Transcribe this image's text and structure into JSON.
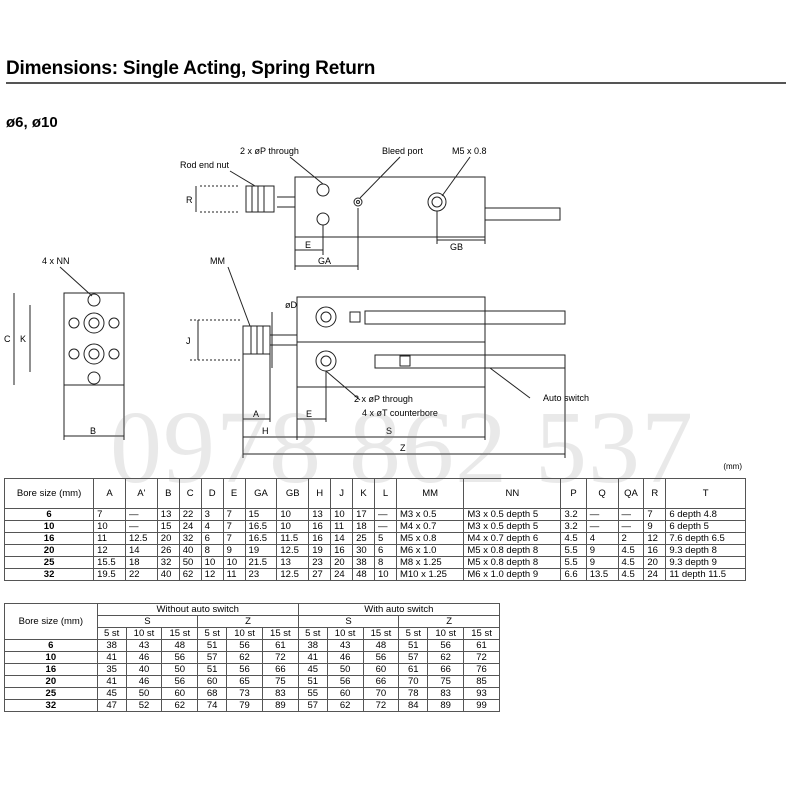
{
  "header": {
    "title": "Dimensions: Single Acting, Spring Return",
    "subtitle": "ø6, ø10"
  },
  "drawing_labels": {
    "rod_end_nut": "Rod end nut",
    "p_through_top": "2 x øP through",
    "bleed_port": "Bleed port",
    "m5": "M5 x 0.8",
    "r": "R",
    "e_top": "E",
    "ga": "GA",
    "gb": "GB",
    "nn": "4 x NN",
    "mm": "MM",
    "d": "øD",
    "c": "C",
    "k": "K",
    "j": "J",
    "p_through_bottom": "2 x øP through",
    "t_counterbore": "4 x øT counterbore",
    "auto_switch": "Auto switch",
    "b": "B",
    "a": "A",
    "e_bottom": "E",
    "h": "H",
    "s": "S",
    "z": "Z"
  },
  "watermark": "0978 862 537",
  "unit": "(mm)",
  "table1": {
    "headers": [
      "Bore size (mm)",
      "A",
      "A'",
      "B",
      "C",
      "D",
      "E",
      "GA",
      "GB",
      "H",
      "J",
      "K",
      "L",
      "MM",
      "NN",
      "P",
      "Q",
      "QA",
      "R",
      "T"
    ],
    "rows": [
      [
        "6",
        "7",
        "—",
        "13",
        "22",
        "3",
        "7",
        "15",
        "10",
        "13",
        "10",
        "17",
        "—",
        "M3 x 0.5",
        "M3 x 0.5 depth 5",
        "3.2",
        "—",
        "—",
        "7",
        "6 depth 4.8"
      ],
      [
        "10",
        "10",
        "—",
        "15",
        "24",
        "4",
        "7",
        "16.5",
        "10",
        "16",
        "11",
        "18",
        "—",
        "M4 x 0.7",
        "M3 x 0.5 depth 5",
        "3.2",
        "—",
        "—",
        "9",
        "6 depth 5"
      ],
      [
        "16",
        "11",
        "12.5",
        "20",
        "32",
        "6",
        "7",
        "16.5",
        "11.5",
        "16",
        "14",
        "25",
        "5",
        "M5 x 0.8",
        "M4 x 0.7 depth 6",
        "4.5",
        "4",
        "2",
        "12",
        "7.6 depth 6.5"
      ],
      [
        "20",
        "12",
        "14",
        "26",
        "40",
        "8",
        "9",
        "19",
        "12.5",
        "19",
        "16",
        "30",
        "6",
        "M6 x 1.0",
        "M5 x 0.8 depth 8",
        "5.5",
        "9",
        "4.5",
        "16",
        "9.3 depth 8"
      ],
      [
        "25",
        "15.5",
        "18",
        "32",
        "50",
        "10",
        "10",
        "21.5",
        "13",
        "23",
        "20",
        "38",
        "8",
        "M8 x 1.25",
        "M5 x 0.8 depth 8",
        "5.5",
        "9",
        "4.5",
        "20",
        "9.3 depth 9"
      ],
      [
        "32",
        "19.5",
        "22",
        "40",
        "62",
        "12",
        "11",
        "23",
        "12.5",
        "27",
        "24",
        "48",
        "10",
        "M10 x 1.25",
        "M6 x 1.0 depth 9",
        "6.6",
        "13.5",
        "4.5",
        "24",
        "11 depth 11.5"
      ]
    ]
  },
  "table2": {
    "bore_header": "Bore size (mm)",
    "group_without": "Without auto switch",
    "group_with": "With auto switch",
    "s": "S",
    "z": "Z",
    "strokes": [
      "5 st",
      "10 st",
      "15 st"
    ],
    "rows": [
      [
        "6",
        "38",
        "43",
        "48",
        "51",
        "56",
        "61",
        "38",
        "43",
        "48",
        "51",
        "56",
        "61"
      ],
      [
        "10",
        "41",
        "46",
        "56",
        "57",
        "62",
        "72",
        "41",
        "46",
        "56",
        "57",
        "62",
        "72"
      ],
      [
        "16",
        "35",
        "40",
        "50",
        "51",
        "56",
        "66",
        "45",
        "50",
        "60",
        "61",
        "66",
        "76"
      ],
      [
        "20",
        "41",
        "46",
        "56",
        "60",
        "65",
        "75",
        "51",
        "56",
        "66",
        "70",
        "75",
        "85"
      ],
      [
        "25",
        "45",
        "50",
        "60",
        "68",
        "73",
        "83",
        "55",
        "60",
        "70",
        "78",
        "83",
        "93"
      ],
      [
        "32",
        "47",
        "52",
        "62",
        "74",
        "79",
        "89",
        "57",
        "62",
        "72",
        "84",
        "89",
        "99"
      ]
    ]
  }
}
